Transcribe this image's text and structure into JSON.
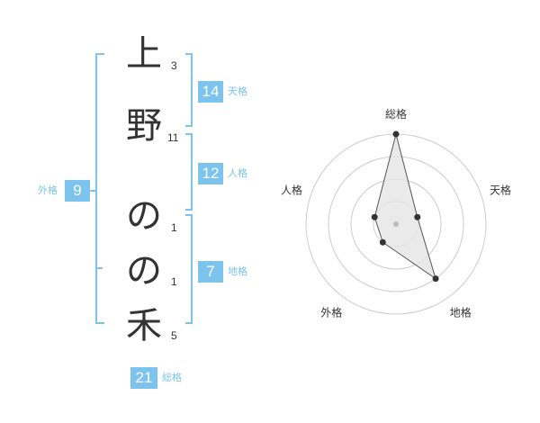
{
  "name_chars": [
    {
      "char": "上",
      "strokes": "3"
    },
    {
      "char": "野",
      "strokes": "11"
    },
    {
      "char": "の",
      "strokes": "1"
    },
    {
      "char": "の",
      "strokes": "1"
    },
    {
      "char": "禾",
      "strokes": "5"
    }
  ],
  "kakusu": {
    "tenkaku": {
      "value": "14",
      "label": "天格"
    },
    "jinkaku": {
      "value": "12",
      "label": "人格"
    },
    "chikaku": {
      "value": "7",
      "label": "地格"
    },
    "gaikaku": {
      "value": "9",
      "label": "外格"
    },
    "soukaku": {
      "value": "21",
      "label": "総格"
    }
  },
  "colors": {
    "accent": "#7cc4ee",
    "text": "#333333",
    "grid": "#cccccc",
    "fill": "#e5e5e5"
  },
  "chart_data": {
    "type": "radar",
    "axes": [
      "総格",
      "天格",
      "地格",
      "外格",
      "人格"
    ],
    "values": [
      4,
      1,
      3,
      1,
      1
    ],
    "max": 4,
    "rings": 4
  }
}
